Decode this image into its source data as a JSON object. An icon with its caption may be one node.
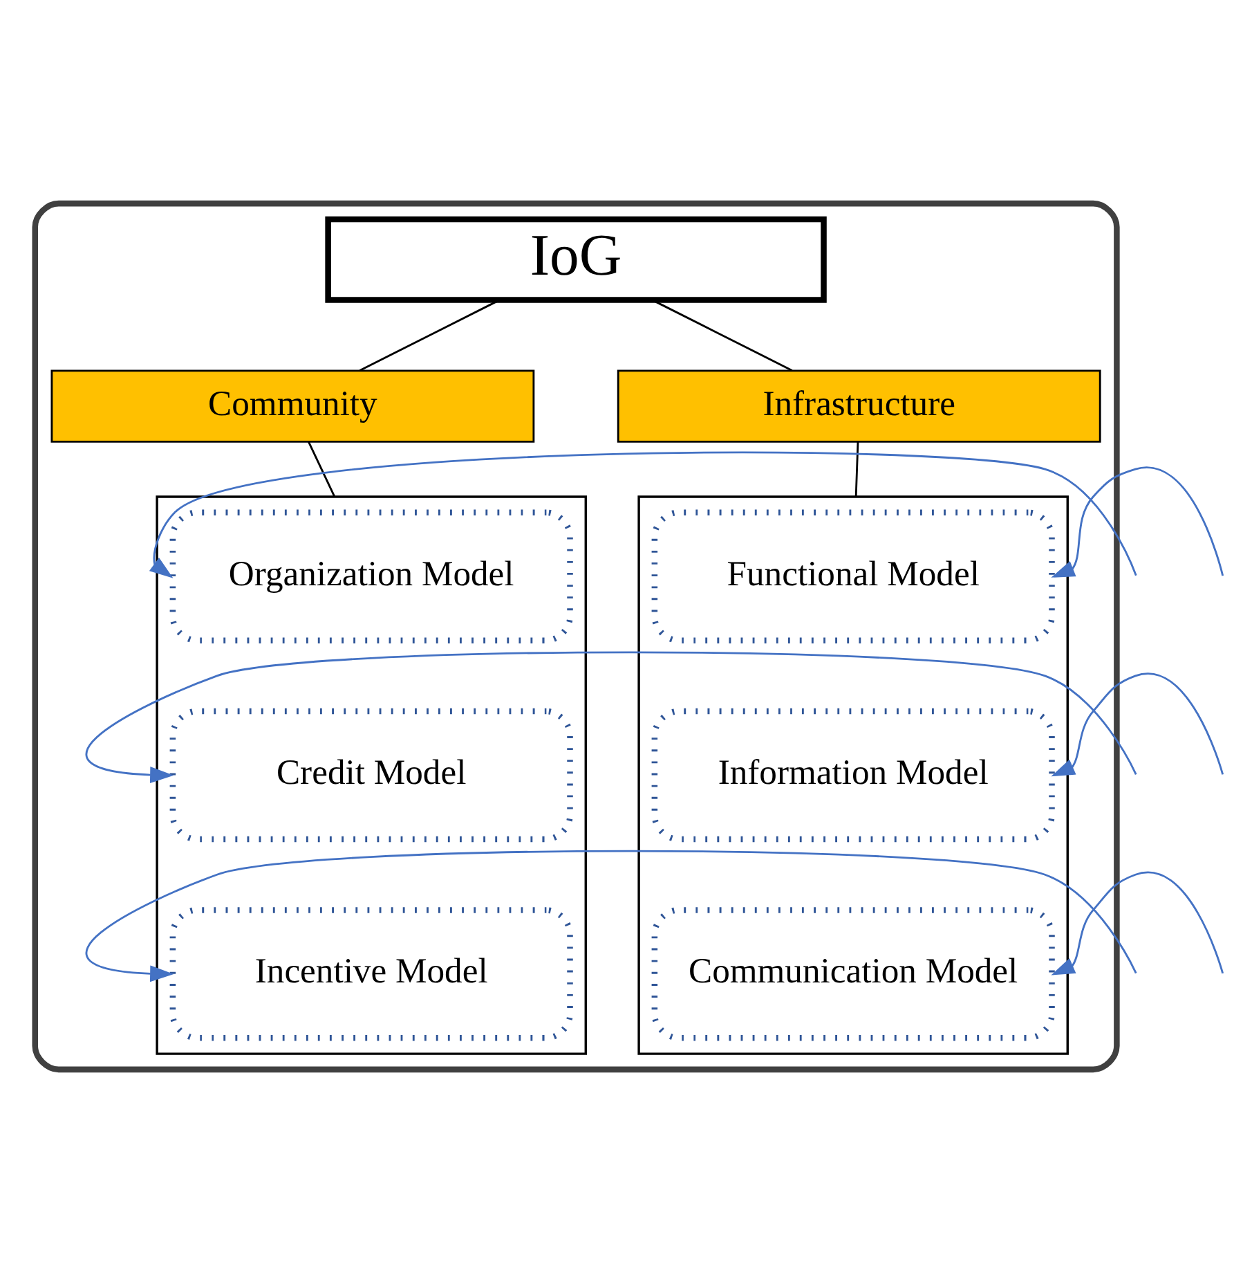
{
  "diagram": {
    "nodes": [
      {
        "text": [],
        "shape": "box"
      },
      {
        "text": [
          "IoG"
        ],
        "in": 0
      },
      {
        "text": [
          "Community"
        ],
        "in": 0
      },
      {
        "text": [
          "Infrastructure"
        ],
        "in": 0
      },
      {
        "text": [],
        "shape": "box",
        "in": 0
      },
      {
        "text": [],
        "shape": "box",
        "in": 0
      },
      {
        "text": [
          "Organization Model"
        ],
        "in": 4
      },
      {
        "text": [
          "Credit Model"
        ],
        "in": 4
      },
      {
        "text": [
          "Incentive Model"
        ],
        "in": 4
      },
      {
        "text": [
          "Functional Model"
        ],
        "in": 5
      },
      {
        "text": [
          "Information Model"
        ],
        "in": 5
      },
      {
        "text": [
          "Communication Model"
        ],
        "in": 5
      }
    ],
    "edges": [
      {
        "from": 1,
        "to": 2,
        "arrow": "none",
        "color": "#000000"
      },
      {
        "from": 1,
        "to": 3,
        "arrow": "none",
        "color": "#000000"
      },
      {
        "from": 2,
        "to": 4,
        "arrow": "none",
        "color": "#000000"
      },
      {
        "from": 3,
        "to": 5,
        "arrow": "none",
        "color": "#000000"
      },
      {
        "from": null,
        "to": 6,
        "arrow": "to",
        "color": "#4472c4"
      },
      {
        "from": null,
        "to": 7,
        "arrow": "to",
        "color": "#4472c4"
      },
      {
        "from": null,
        "to": 8,
        "arrow": "to",
        "color": "#4472c4"
      },
      {
        "from": null,
        "to": 9,
        "arrow": "to",
        "color": "#4472c4"
      },
      {
        "from": null,
        "to": 10,
        "arrow": "to",
        "color": "#4472c4"
      },
      {
        "from": null,
        "to": 11,
        "arrow": "to",
        "color": "#4472c4"
      }
    ]
  }
}
